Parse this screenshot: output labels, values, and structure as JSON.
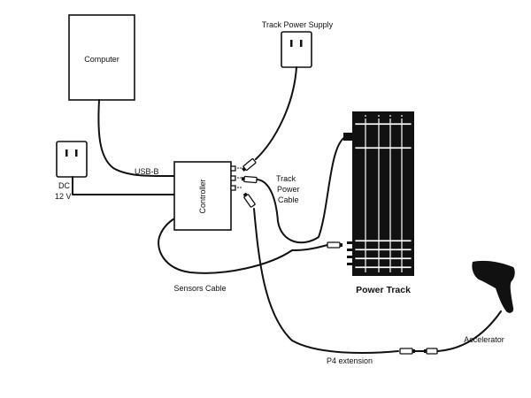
{
  "labels": {
    "computer": "Computer",
    "track_power_supply": "Track Power Supply",
    "usb_b": "USB-B",
    "dc": "DC",
    "dc_voltage": "12 V",
    "controller": "Controller",
    "track_power_cable_line1": "Track",
    "track_power_cable_line2": "Power",
    "track_power_cable_line3": "Cable",
    "sensors_cable": "Sensors Cable",
    "power_track": "Power Track",
    "p4_extension": "P4 extension",
    "accelerator": "Accelerator"
  },
  "colors": {
    "ink": "#111111",
    "background": "#ffffff"
  }
}
